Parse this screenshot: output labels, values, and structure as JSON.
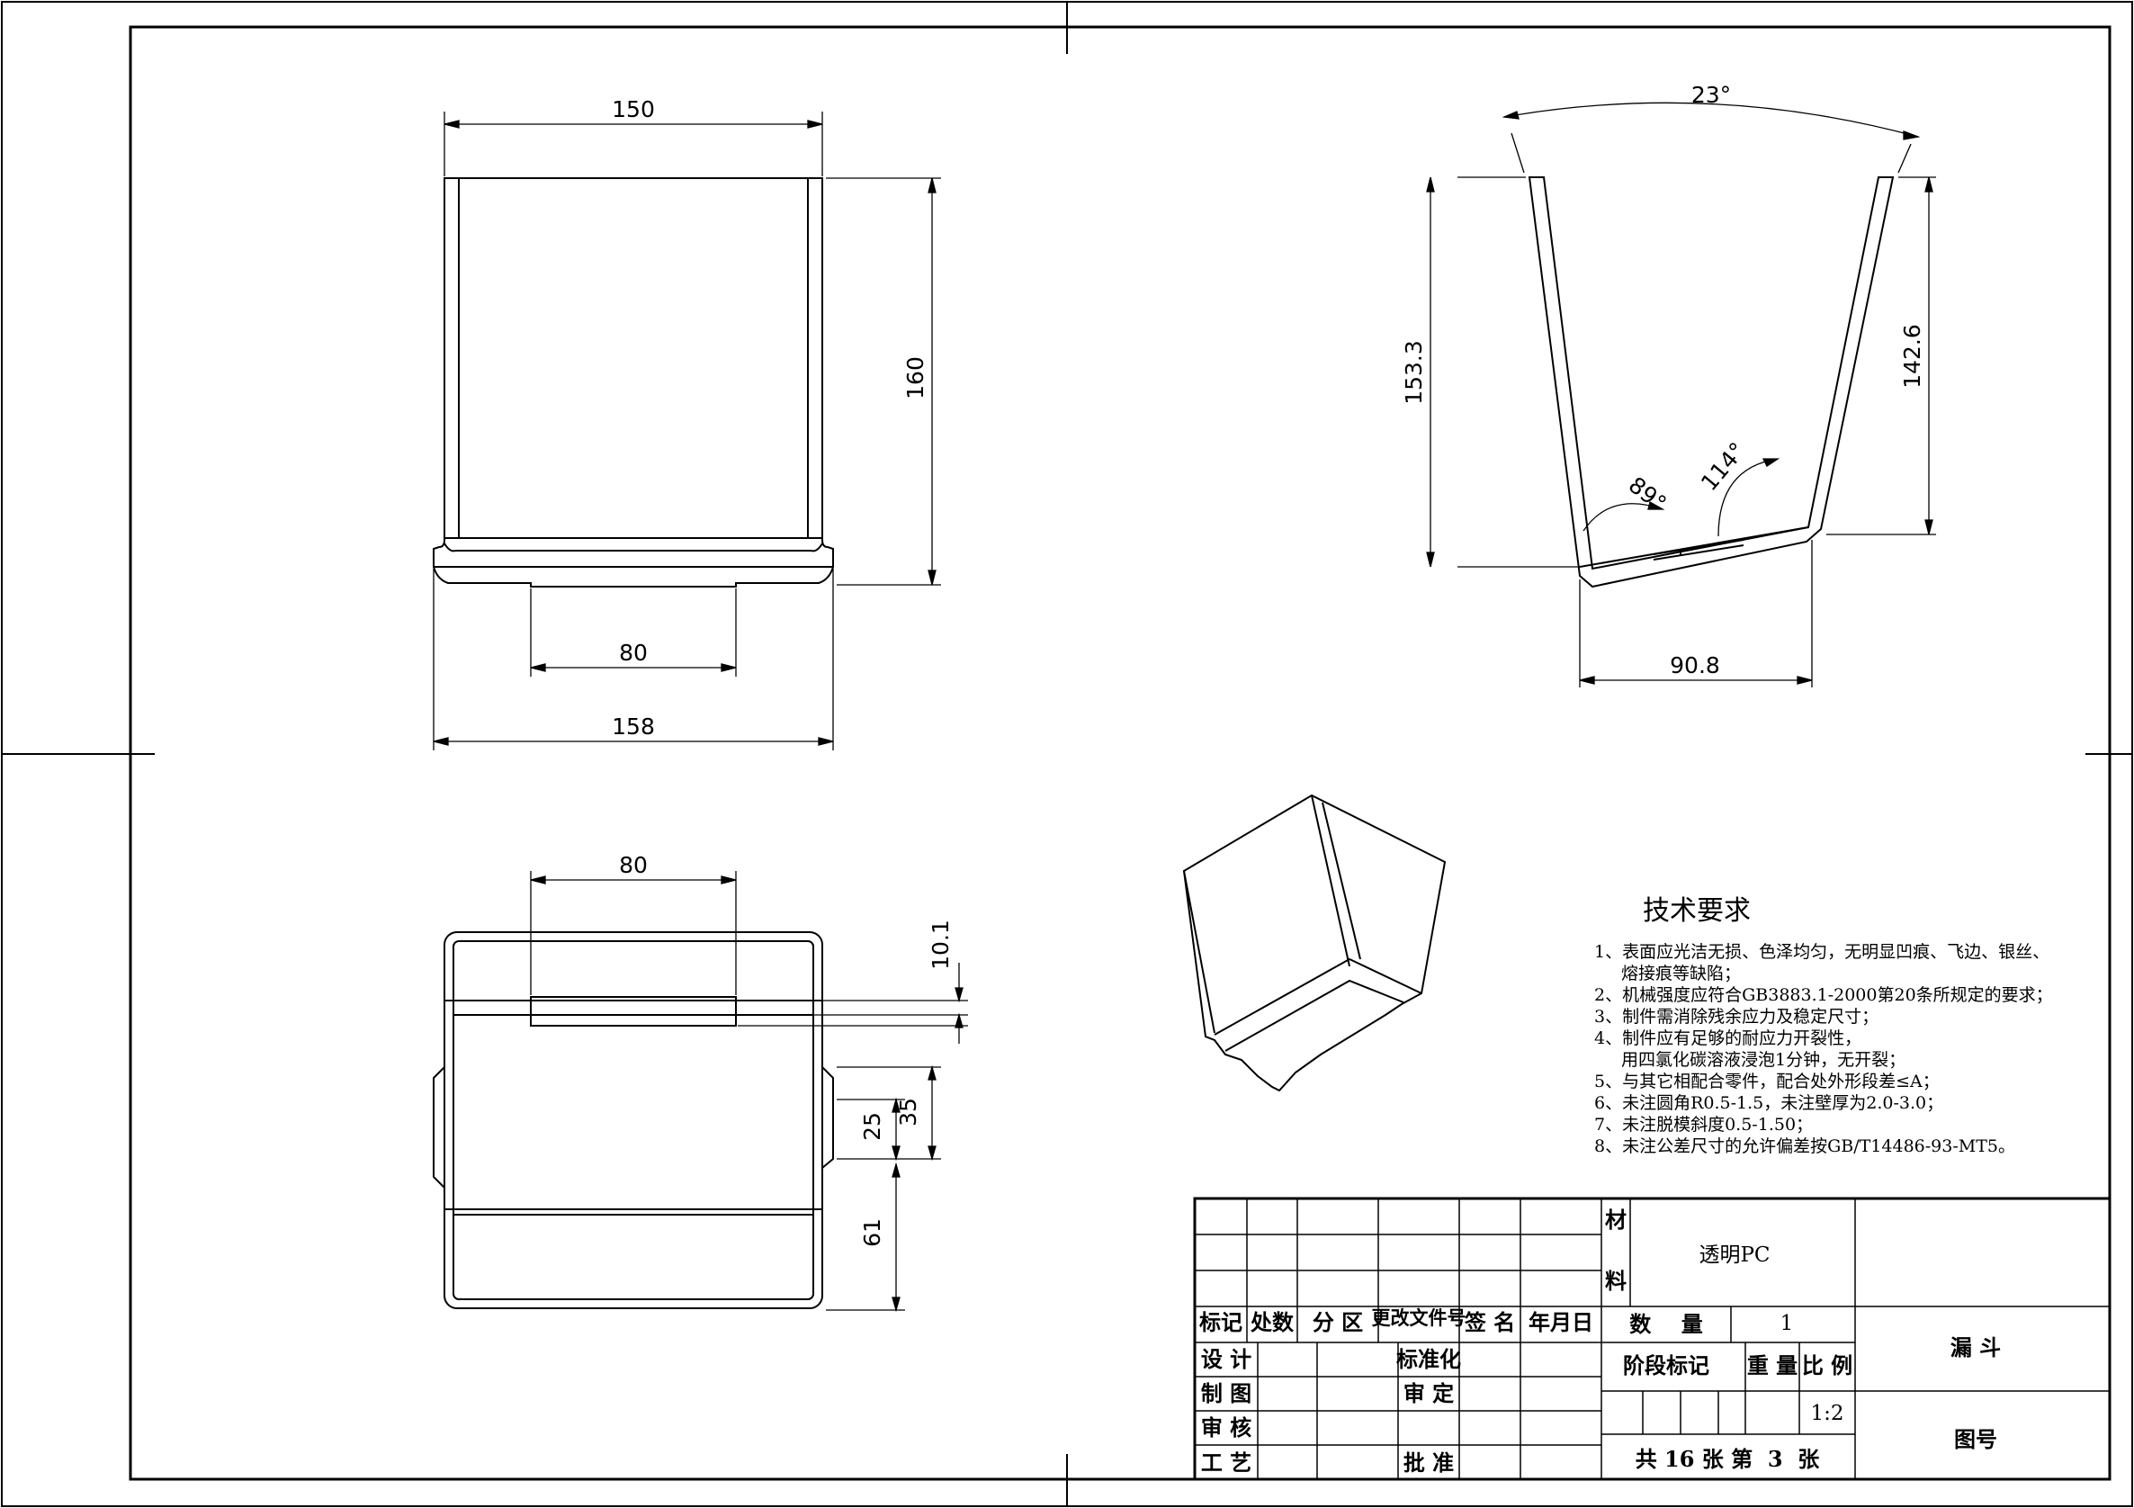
{
  "views": {
    "front": {
      "top_width": "150",
      "height": "160",
      "base_width": "80",
      "overall_width": "158"
    },
    "side": {
      "angle_top": "23°",
      "left_height": "153.3",
      "right_height": "142.6",
      "left_angle": "89°",
      "right_angle": "114°",
      "bottom_width": "90.8"
    },
    "top": {
      "slot_width": "80",
      "lip": "10.1",
      "tab_inner": "25",
      "tab_outer": "35",
      "offset": "61"
    }
  },
  "requirements": {
    "title": "技术要求",
    "lines": [
      "1、表面应光洁无损、色泽均匀，无明显凹痕、飞边、银丝、",
      "熔接痕等缺陷；",
      "2、机械强度应符合GB3883.1-2000第20条所规定的要求；",
      "3、制件需消除残余应力及稳定尺寸；",
      "4、制件应有足够的耐应力开裂性，",
      "用四氯化碳溶液浸泡1分钟，无开裂；",
      "5、与其它相配合零件，配合处外形段差≤A；",
      "6、未注圆角R0.5-1.5，未注壁厚为2.0-3.0；",
      "7、未注脱模斜度0.5-1.50；",
      "8、未注公差尺寸的允许偏差按GB/T14486-93-MT5。"
    ]
  },
  "title_block": {
    "rev_headers": [
      "标记",
      "处数",
      "分 区",
      "更改文件号",
      "签 名",
      "年月日"
    ],
    "sign_rows": [
      "设 计",
      "制 图",
      "审 核",
      "工 艺"
    ],
    "sign_mid": [
      "标准化",
      "审 定",
      "批 准"
    ],
    "material_label_1": "材",
    "material_label_2": "料",
    "material": "透明PC",
    "qty_label": "数    量",
    "qty": "1",
    "stage_label": "阶段标记",
    "weight_label": "重 量",
    "scale_label": "比 例",
    "scale": "1:2",
    "sheets": "共 16 张 第  3  张",
    "part_name": "漏 斗",
    "drawing_no_label": "图号"
  }
}
